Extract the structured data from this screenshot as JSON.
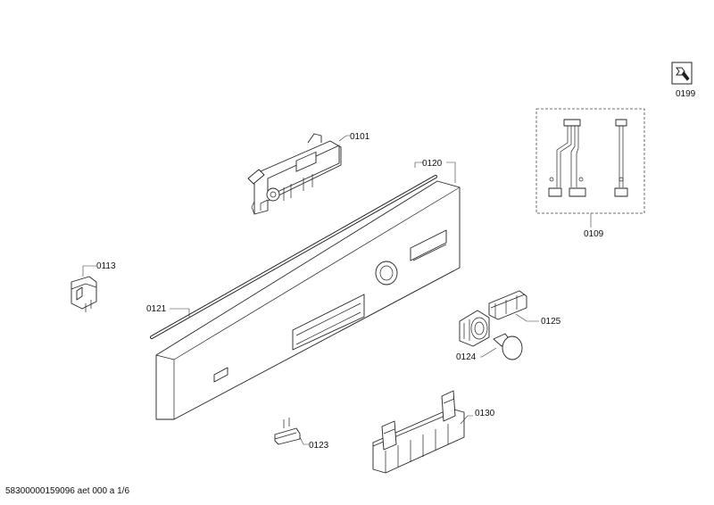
{
  "labels": {
    "p0101": "0101",
    "p0109": "0109",
    "p0113": "0113",
    "p0120": "0120",
    "p0121": "0121",
    "p0123": "0123",
    "p0124": "0124",
    "p0125": "0125",
    "p0130": "0130",
    "p0199": "0199"
  },
  "footer": "58300000159096 aet 000 a 1/6",
  "icons": {
    "service": "wrench-icon"
  }
}
